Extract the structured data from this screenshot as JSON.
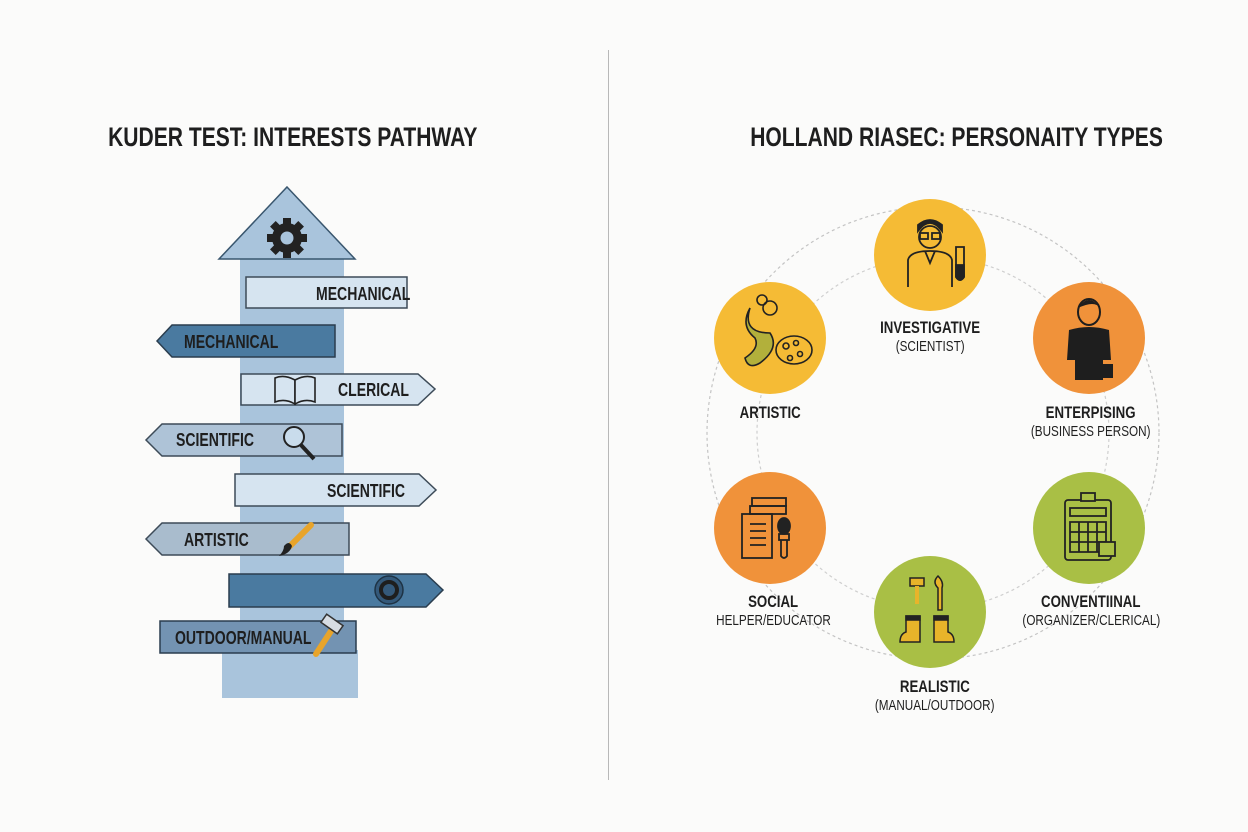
{
  "left_panel": {
    "title": "KUDER TEST: INTERESTS PATHWAY",
    "banners": [
      {
        "label": "MECHANICAL",
        "icon": "gear-icon"
      },
      {
        "label": "MECHANICAL",
        "icon": ""
      },
      {
        "label": "CLERICAL",
        "icon": "book-icon"
      },
      {
        "label": "SCIENTIFIC",
        "icon": "magnifier-icon"
      },
      {
        "label": "SCIENTIFIC",
        "icon": ""
      },
      {
        "label": "ARTISTIC",
        "icon": "paintbrush-icon"
      },
      {
        "label": "",
        "icon": "ring-icon"
      },
      {
        "label": "OUTDOOR/MANUAL",
        "icon": "hammer-icon"
      }
    ]
  },
  "right_panel": {
    "title": "HOLLAND RIASEC: PERSONAITY TYPES",
    "types": [
      {
        "name": "INVESTIGATIVE",
        "sub": "(SCIENTIST)",
        "color": "#f5bb35",
        "icon": "scientist-icon"
      },
      {
        "name": "ENTERPISING",
        "sub": "(BUSINESS PERSON)",
        "color": "#f0923a",
        "icon": "businessman-icon"
      },
      {
        "name": "CONVENTIINAL",
        "sub": "(ORGANIZER/CLERICAL)",
        "color": "#a9bf45",
        "icon": "calculator-clipboard-icon"
      },
      {
        "name": "REALISTIC",
        "sub": "(MANUAL/OUTDOOR)",
        "color": "#a9bf45",
        "icon": "tools-boots-icon"
      },
      {
        "name": "SOCIAL",
        "sub": "HELPER/EDUCATOR",
        "color": "#f0923a",
        "icon": "books-microphone-icon"
      },
      {
        "name": "ARTISTIC",
        "sub": "",
        "color": "#f5bb35",
        "icon": "dancer-palette-icon"
      }
    ]
  }
}
